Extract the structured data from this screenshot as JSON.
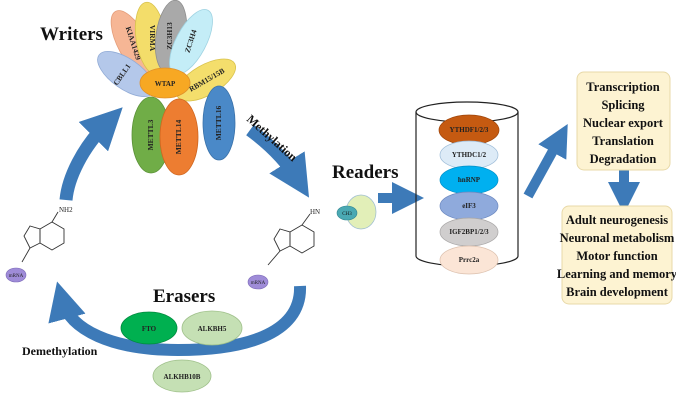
{
  "headings": {
    "writers": "Writers",
    "readers": "Readers",
    "erasers": "Erasers"
  },
  "process_labels": {
    "methylation": "Methylation",
    "demethylation": "Demethylation"
  },
  "writers": {
    "center": "WTAP",
    "petals": [
      "KIAA1429",
      "VIRMA",
      "ZC3H13",
      "ZC3H4",
      "CBLL1",
      "RBM15/15B"
    ],
    "complex": [
      "METTL3",
      "METTL14"
    ],
    "extra": "METTL16"
  },
  "readers": [
    "YTHDF1/2/3",
    "YTHDC1/2",
    "hnRNP",
    "eIF3",
    "IGF2BP1/2/3",
    "Prrc2a"
  ],
  "erasers": [
    "FTO",
    "ALKBH5",
    "ALKHB10B"
  ],
  "molecule": {
    "amine_left": "NH2",
    "amine_right": "HN",
    "methyl": "CH3",
    "mrna": "mRNA"
  },
  "functions_top": [
    "Transcription",
    "Splicing",
    "Nuclear export",
    "Translation",
    "Degradation"
  ],
  "functions_bottom": [
    "Adult neurogenesis",
    "Neuronal metabolism",
    "Motor function",
    "Learning and memory",
    "Brain development"
  ],
  "colors": {
    "arrow_blue": "#3d7ab8",
    "box_fill": "#fdf3d2",
    "box_stroke": "#e8d9a8"
  }
}
